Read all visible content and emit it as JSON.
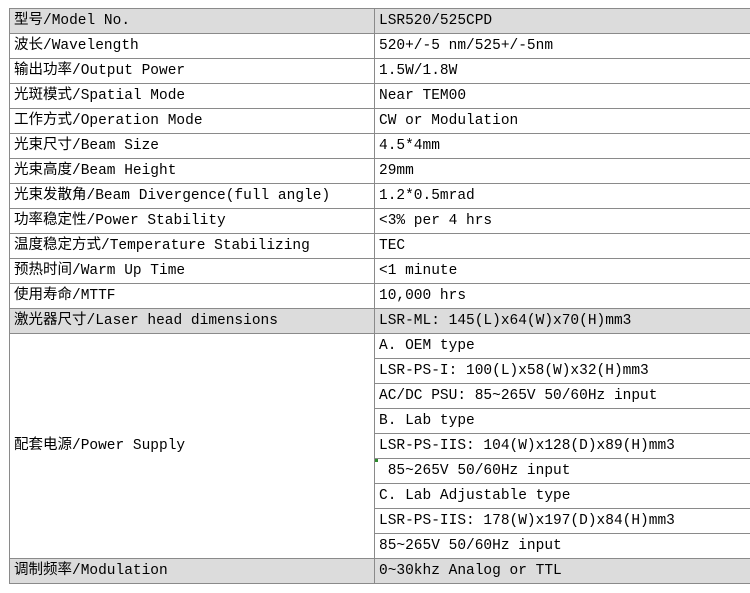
{
  "rows": [
    {
      "label": "型号/Model No.",
      "value": "LSR520/525CPD"
    },
    {
      "label": "波长/Wavelength",
      "value": "520+/-5 nm/525+/-5nm"
    },
    {
      "label": "输出功率/Output Power",
      "value": "1.5W/1.8W"
    },
    {
      "label": "光斑模式/Spatial Mode",
      "value": "Near TEM00"
    },
    {
      "label": "工作方式/Operation Mode",
      "value": "CW or Modulation"
    },
    {
      "label": "光束尺寸/Beam Size",
      "value": "4.5*4mm"
    },
    {
      "label": "光束高度/Beam Height",
      "value": "29mm"
    },
    {
      "label": "光束发散角/Beam Divergence(full angle)",
      "value": "1.2*0.5mrad"
    },
    {
      "label": "功率稳定性/Power Stability",
      "value": "<3% per 4 hrs"
    },
    {
      "label": "温度稳定方式/Temperature Stabilizing",
      "value": "TEC"
    },
    {
      "label": "预热时间/Warm Up Time",
      "value": "<1 minute"
    },
    {
      "label": "使用寿命/MTTF",
      "value": "10,000 hrs"
    },
    {
      "label": "激光器尺寸/Laser head dimensions",
      "value": "LSR-ML: 145(L)x64(W)x70(H)mm3"
    }
  ],
  "power_supply": {
    "label": "配套电源/Power Supply",
    "lines": [
      "A. OEM type",
      "LSR-PS-I: ",
      "100(L)x58(W)x32(H)mm3",
      "AC/DC PSU: 85~265V 50/60Hz input",
      "B. Lab type",
      "LSR-PS-IIS: ",
      "104(W)x128(D)x89(H)mm3",
      " 85~265V 50/60Hz input",
      "C. Lab Adjustable type",
      "LSR-PS-IIS: ",
      "178(W)x197(D)x84(H)mm3",
      "85~265V 50/60Hz input"
    ]
  },
  "modulation": {
    "label": "调制频率/Modulation",
    "value": "0~30khz Analog or TTL"
  }
}
